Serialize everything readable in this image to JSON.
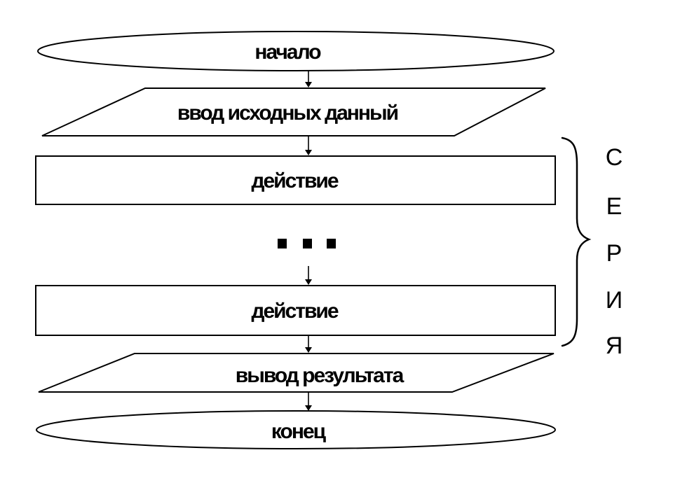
{
  "diagram": {
    "start_label": "начало",
    "input_label": "ввод исходных данный",
    "action1_label": "действие",
    "action2_label": "действие",
    "output_label": "вывод результата",
    "end_label": "конец",
    "series_letters": [
      "С",
      "Е",
      "Р",
      "И",
      "Я"
    ]
  }
}
